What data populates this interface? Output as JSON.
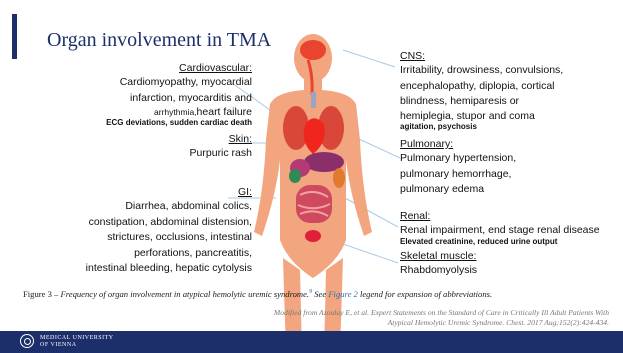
{
  "title": "Organ involvement in TMA",
  "cardiovascular": {
    "heading": "Cardiovascular:",
    "lines": [
      "Cardiomyopathy, myocardial",
      "infarction, myocarditis and",
      "arrhythmia,"
    ],
    "heart_failure": "heart failure",
    "note": "ECG deviations, sudden cardiac death"
  },
  "skin": {
    "heading": "Skin:",
    "lines": [
      "Purpuric rash"
    ]
  },
  "gi": {
    "heading": "GI:",
    "lines": [
      "Diarrhea, abdominal colics,",
      "constipation, abdominal distension,",
      "strictures, occlusions, intestinal",
      "perforations, pancreatitis,",
      "intestinal bleeding, hepatic cytolysis"
    ]
  },
  "cns": {
    "heading": "CNS:",
    "lines": [
      "Irritability, drowsiness, convulsions,",
      "encephalopathy, diplopia, cortical",
      "blindness, hemiparesis or",
      "hemiplegia, stupor and coma"
    ],
    "note": "agitation, psychosis"
  },
  "pulmonary": {
    "heading": "Pulmonary:",
    "lines": [
      "Pulmonary hypertension,",
      "pulmonary hemorrhage,",
      "pulmonary edema"
    ]
  },
  "renal": {
    "heading": "Renal:",
    "lines": [
      "Renal impairment, end stage renal disease"
    ],
    "note": "Elevated creatinine, reduced urine output"
  },
  "skeletal": {
    "heading": "Skeletal muscle:",
    "lines": [
      "Rhabdomyolysis"
    ]
  },
  "caption": {
    "prefix": "Figure 3 – ",
    "italic": "Frequency of organ involvement in atypical hemolytic uremic syndrome.",
    "sup": "9",
    "see": " See ",
    "link": "Figure 2",
    "rest": " legend for expansion of abbreviations."
  },
  "source": {
    "line1": "Modified from Azoulay E, et al. Expert Statements on the Standard of Care in Critically Ill Adult Patients With",
    "line2": "Atypical Hemolytic Uremic Syndrome. Chest. 2017 Aug;152(2):424-434."
  },
  "footer": {
    "line1": "MEDICAL UNIVERSITY",
    "line2": "OF VIENNA"
  },
  "colors": {
    "navy": "#1c2f6b",
    "skin": "#f2a57f",
    "organ_red": "#e03a2f",
    "leader": "#a9cbe6"
  }
}
